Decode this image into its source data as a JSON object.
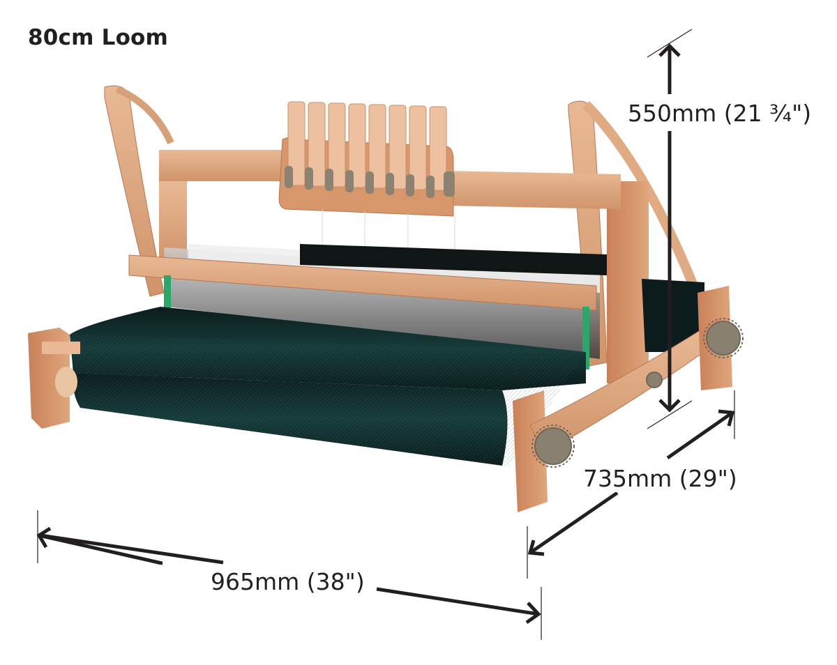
{
  "title": "80cm Loom",
  "dimensions": {
    "height": {
      "label": "550mm (21 ¾\")",
      "mm": 550,
      "inches": "21 3/4"
    },
    "depth": {
      "label": "735mm (29\")",
      "mm": 735,
      "inches": "29"
    },
    "width": {
      "label": "965mm (38\")",
      "mm": 965,
      "inches": "38"
    }
  },
  "illustration": {
    "subject": "table loom with 8 shaft levers, woven dark teal fabric",
    "shaft_lever_count": 8,
    "colors": {
      "wood": "#dca27a",
      "wood_dark": "#c47a4f",
      "fabric": "#0f2a2a",
      "fabric_highlight": "#1f5a56",
      "knob": "#8a8070",
      "ink": "#231f20"
    }
  }
}
